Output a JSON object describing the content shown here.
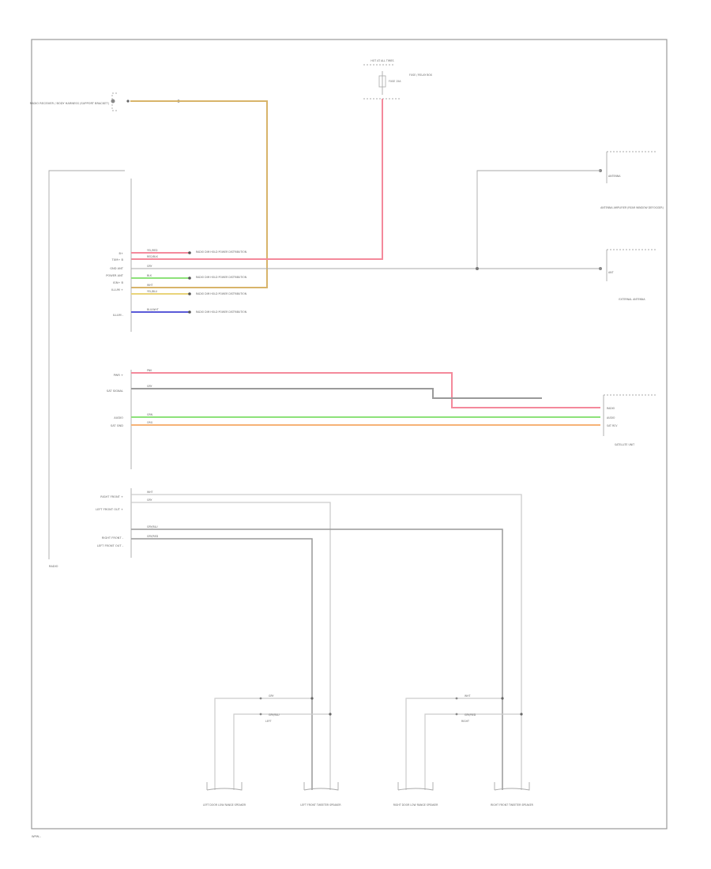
{
  "diagram_id": "WPW...",
  "components": {
    "top_harness": {
      "label": "RADIO RECEIVER / BODY HARNESS (SUPPORT BRACKET)"
    },
    "fuse_block": {
      "top": "HOT AT ALL TIMES",
      "fuse": "FUSE 15A",
      "side": "FUSE / RELAY BOX"
    },
    "antenna_amp": {
      "label": "ANTENNA AMPLIFIER (REAR WINDOW DEFOGGER)",
      "pin": "ANTENNA"
    },
    "antenna_conn": {
      "label": "EXTERNAL ANTENNA",
      "pin": "ANT"
    },
    "satellite_unit": {
      "label": "SATELLITE UNIT",
      "pins": [
        "RADIO",
        "AUDIO",
        "SAT RCV"
      ]
    },
    "radio": {
      "label": "RADIO"
    },
    "speakers": [
      {
        "id": "lf-door",
        "label": "LEFT DOOR LOW RANGE SPEAKER"
      },
      {
        "id": "lf-pass",
        "label": "LEFT FRONT TWEETER SPEAKER"
      },
      {
        "id": "rf-door",
        "label": "RIGHT DOOR LOW RANGE SPEAKER"
      },
      {
        "id": "rf-pass",
        "label": "RIGHT FRONT TWEETER SPEAKER"
      }
    ]
  },
  "radio_pins": {
    "group1": [
      "B+",
      "TXM+ B",
      "GND ANT",
      "POWER ANT",
      "IGN+ B",
      "ILLUM +",
      "ILLUM -"
    ],
    "group1_wires": [
      "YEL/RED",
      "RED/BLK",
      "GRY",
      "BLK",
      "WHT",
      "YEL/BLU",
      "BLU/WHT"
    ],
    "group1_refs": [
      "RADIO DIM HOLD POWER DISTRIBUTION",
      "RADIO DIM HOLD POWER DISTRIBUTION",
      "RADIO DIM HOLD POWER DISTRIBUTION",
      "RADIO DIM HOLD POWER DISTRIBUTION"
    ],
    "group2": [
      "PWR +",
      "SAT SIGNAL",
      "AUDIO",
      "SAT GND"
    ],
    "group2_wires": [
      "PNK",
      "GRY",
      "GRN",
      "ORG"
    ],
    "group3": [
      "RIGHT FRONT +",
      "LEFT FRONT OUT +",
      "RIGHT FRONT -",
      "LEFT FRONT OUT -"
    ],
    "group3_wires": [
      "WHT",
      "GRY",
      "GRY/BLU",
      "GRY/RED"
    ]
  },
  "speaker_wires": {
    "left_upper": "GRY",
    "left_lower": "GRY/BLU",
    "right_upper": "WHT",
    "right_lower": "GRY/RED",
    "left_sub": "LEFT",
    "right_sub": "RIGHT"
  },
  "wire_colors": {
    "pink": "#f4899b",
    "yellow": "#e9d47a",
    "gold": "#d8b46a",
    "green": "#8de27a",
    "orange": "#f6b276",
    "blue": "#5a5ad8",
    "gray": "#9a9a9a"
  }
}
